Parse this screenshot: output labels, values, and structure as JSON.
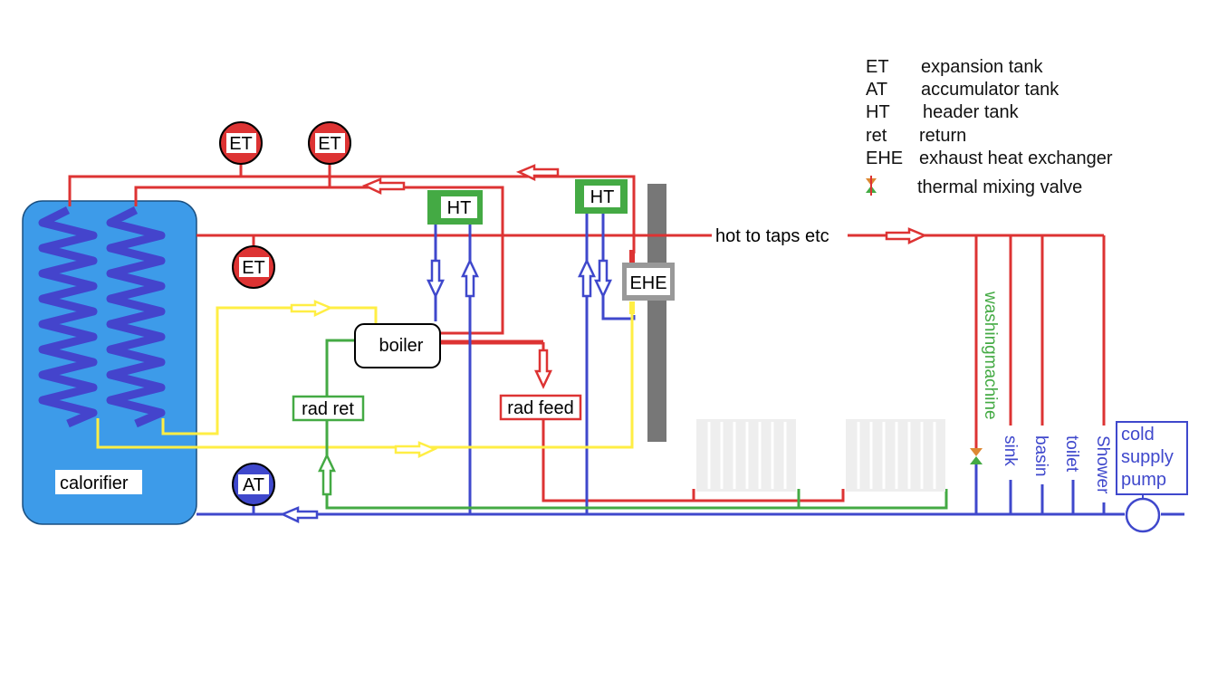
{
  "legend": {
    "items": [
      {
        "abbr": "ET",
        "desc": "expansion tank"
      },
      {
        "abbr": "AT",
        "desc": "accumulator tank"
      },
      {
        "abbr": "HT",
        "desc": "header tank"
      },
      {
        "abbr": "ret",
        "desc": "return"
      },
      {
        "abbr": "EHE",
        "desc": "exhaust heat exchanger"
      },
      {
        "abbr": "",
        "desc": "thermal mixing valve",
        "icon": "mixing-valve-icon"
      }
    ]
  },
  "labels": {
    "calorifier": "calorifier",
    "boiler": "boiler",
    "ehe": "EHE",
    "ht_left": "HT",
    "ht_right": "HT",
    "et_top_left": "ET",
    "et_top_right": "ET",
    "et_middle": "ET",
    "at": "AT",
    "rad_ret": "rad ret",
    "rad_feed": "rad feed",
    "hot_to_taps": "hot to taps etc",
    "washing_machine": "washingmachine",
    "sink": "sink",
    "basin": "basin",
    "toilet": "toilet",
    "shower": "Shower",
    "pump_line1": "cold",
    "pump_line2": "supply",
    "pump_line3": "pump"
  },
  "colors": {
    "hot": "#dd3333",
    "cold": "#3f48cc",
    "solar": "#ffee44",
    "rad_return": "#44aa44",
    "calorifier": "#3d9be9",
    "coil": "#4444cc",
    "green_box": "#44aa44",
    "flue": "#777777"
  }
}
